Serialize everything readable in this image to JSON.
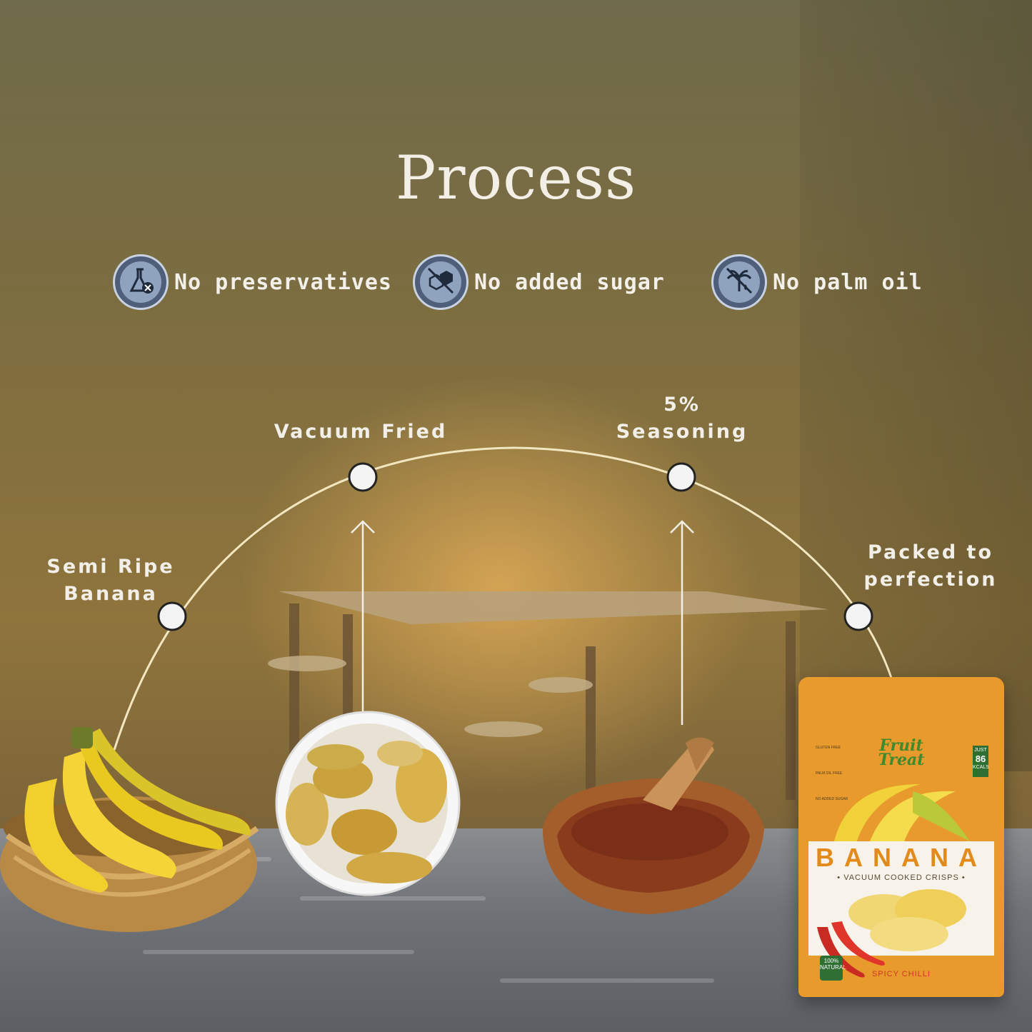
{
  "title": "Process",
  "badges": [
    {
      "label": "No preservatives",
      "icon": "flask-no-icon"
    },
    {
      "label": "No added sugar",
      "icon": "sugar-cube-no-icon"
    },
    {
      "label": "No palm oil",
      "icon": "palm-tree-no-icon"
    }
  ],
  "steps": [
    {
      "line1": "Semi Ripe",
      "line2": "Banana"
    },
    {
      "line1": "Vacuum Fried",
      "line2": ""
    },
    {
      "line1": "5%",
      "line2": "Seasoning"
    },
    {
      "line1": "Packed to",
      "line2": "perfection"
    }
  ],
  "package": {
    "brand_line1": "Fruit",
    "brand_line2": "Treat",
    "product": "BANANA",
    "subtitle": "• VACUUM COOKED CRISPS •",
    "flavor": "SPICY CHILLI",
    "kcal_top": "JUST",
    "kcal_value": "86",
    "kcal_unit": "KCALS",
    "natural": "100% NATURAL",
    "features": [
      "GLUTEN FREE",
      "PALM OIL FREE",
      "NO ADDED SUGAR"
    ]
  },
  "colors": {
    "badge_fill": "#4f5f79",
    "badge_inner": "#8fa3bf",
    "arc": "#f3e7c2",
    "text": "#f2efe8",
    "pack_orange": "#e89a2c"
  }
}
